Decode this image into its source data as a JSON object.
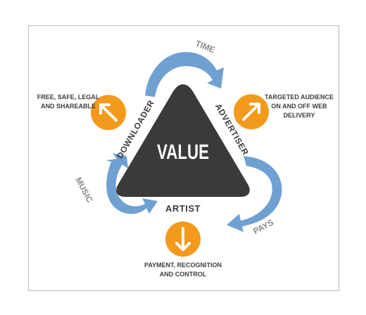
{
  "center_label": "VALUE",
  "sides": {
    "left": "DOWNLOADER",
    "right": "ADVERTISER",
    "bottom": "ARTIST"
  },
  "flows": {
    "top": "TIME",
    "right": "PAYS",
    "left": "MUSIC"
  },
  "benefits": {
    "downloader": [
      "FREE, SAFE, LEGAL",
      "AND SHAREABLE"
    ],
    "advertiser": [
      "TARGETED AUDIENCE",
      "ON AND OFF WEB",
      "DELIVERY"
    ],
    "artist": [
      "PAYMENT, RECOGNITION",
      "AND CONTROL"
    ]
  },
  "colors": {
    "triangle": "#3a3a3a",
    "arrow_blue": "#6fa0d2",
    "circle_orange": "#f39a1d",
    "text_dark": "#3c3c3c",
    "text_gray": "#8a8a8a",
    "frame": "#b9b9b9"
  },
  "icons": {
    "downloader": "arrow-up-left-icon",
    "advertiser": "arrow-up-right-icon",
    "artist": "arrow-down-icon"
  }
}
